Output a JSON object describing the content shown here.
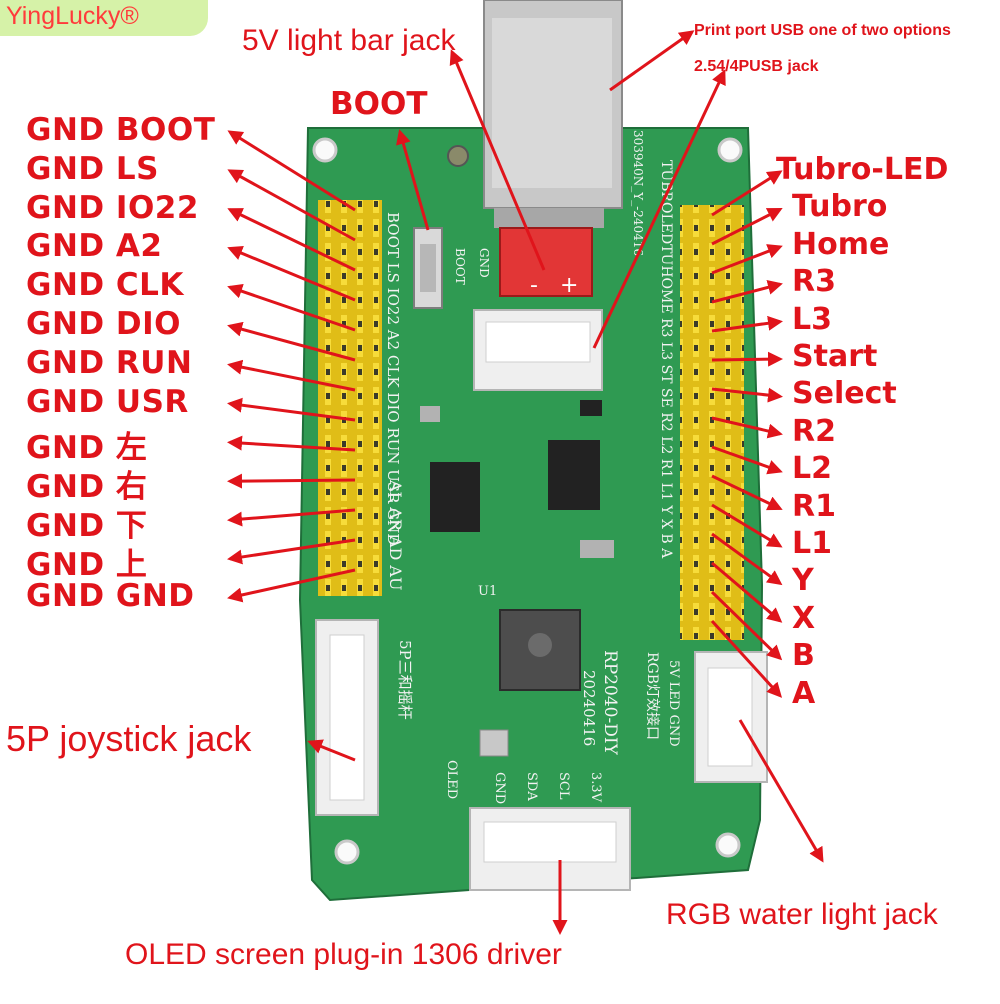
{
  "brand": "YingLucky®",
  "top": {
    "light_bar": "5V light bar jack",
    "usb_line1": "Print port USB one of two options",
    "usb_line2": "2.54/4PUSB jack",
    "boot": "BOOT"
  },
  "left_pins": [
    "GND BOOT",
    "GND LS",
    "GND IO22",
    "GND A2",
    "GND CLK",
    "GND DIO",
    "GND RUN",
    "GND USR",
    "GND 左",
    "GND 右",
    "GND 下",
    "GND 上",
    "GND GND"
  ],
  "right_pins": [
    "Tubro-LED",
    "Tubro",
    "Home",
    "R3",
    "L3",
    "Start",
    "Select",
    "R2",
    "L2",
    "R1",
    "L1",
    "Y",
    "X",
    "B",
    "A"
  ],
  "bottom": {
    "joystick": "5P joystick jack",
    "oled": "OLED screen plug-in 1306 driver",
    "rgb": "RGB water light jack"
  },
  "board": {
    "left_silk": "BOOT LS IO22 A2 CLK DIO RUN USR GND",
    "left_silk_items": [
      "BOOT",
      "LS",
      "IO22",
      "A2",
      "CLK",
      "DIO",
      "RUN",
      "USR",
      "GND"
    ],
    "dir_silk": "AL AR AD AU",
    "right_silk": "TUBROLEDTUHOME R3 L3 ST SE R2 L2 R1 L1 Y X B A",
    "model": "RP2040-DIY",
    "date": "20240416",
    "rgb_silk": "RGB灯效接口",
    "led_silk": "5V LED GND",
    "joy_silk": "5P三和摇杆",
    "oled_silk": "OLED",
    "oled_pins": [
      "GND",
      "SDA",
      "SCL",
      "3.3V"
    ],
    "chip": "U1",
    "boot_silk": "BOOT",
    "gnd_silk": "GND",
    "code_silk": "303940N_Y_-240416"
  },
  "colors": {
    "accent": "#e0141b",
    "pcb": "#2f9a52",
    "header": "#e8c61a"
  }
}
